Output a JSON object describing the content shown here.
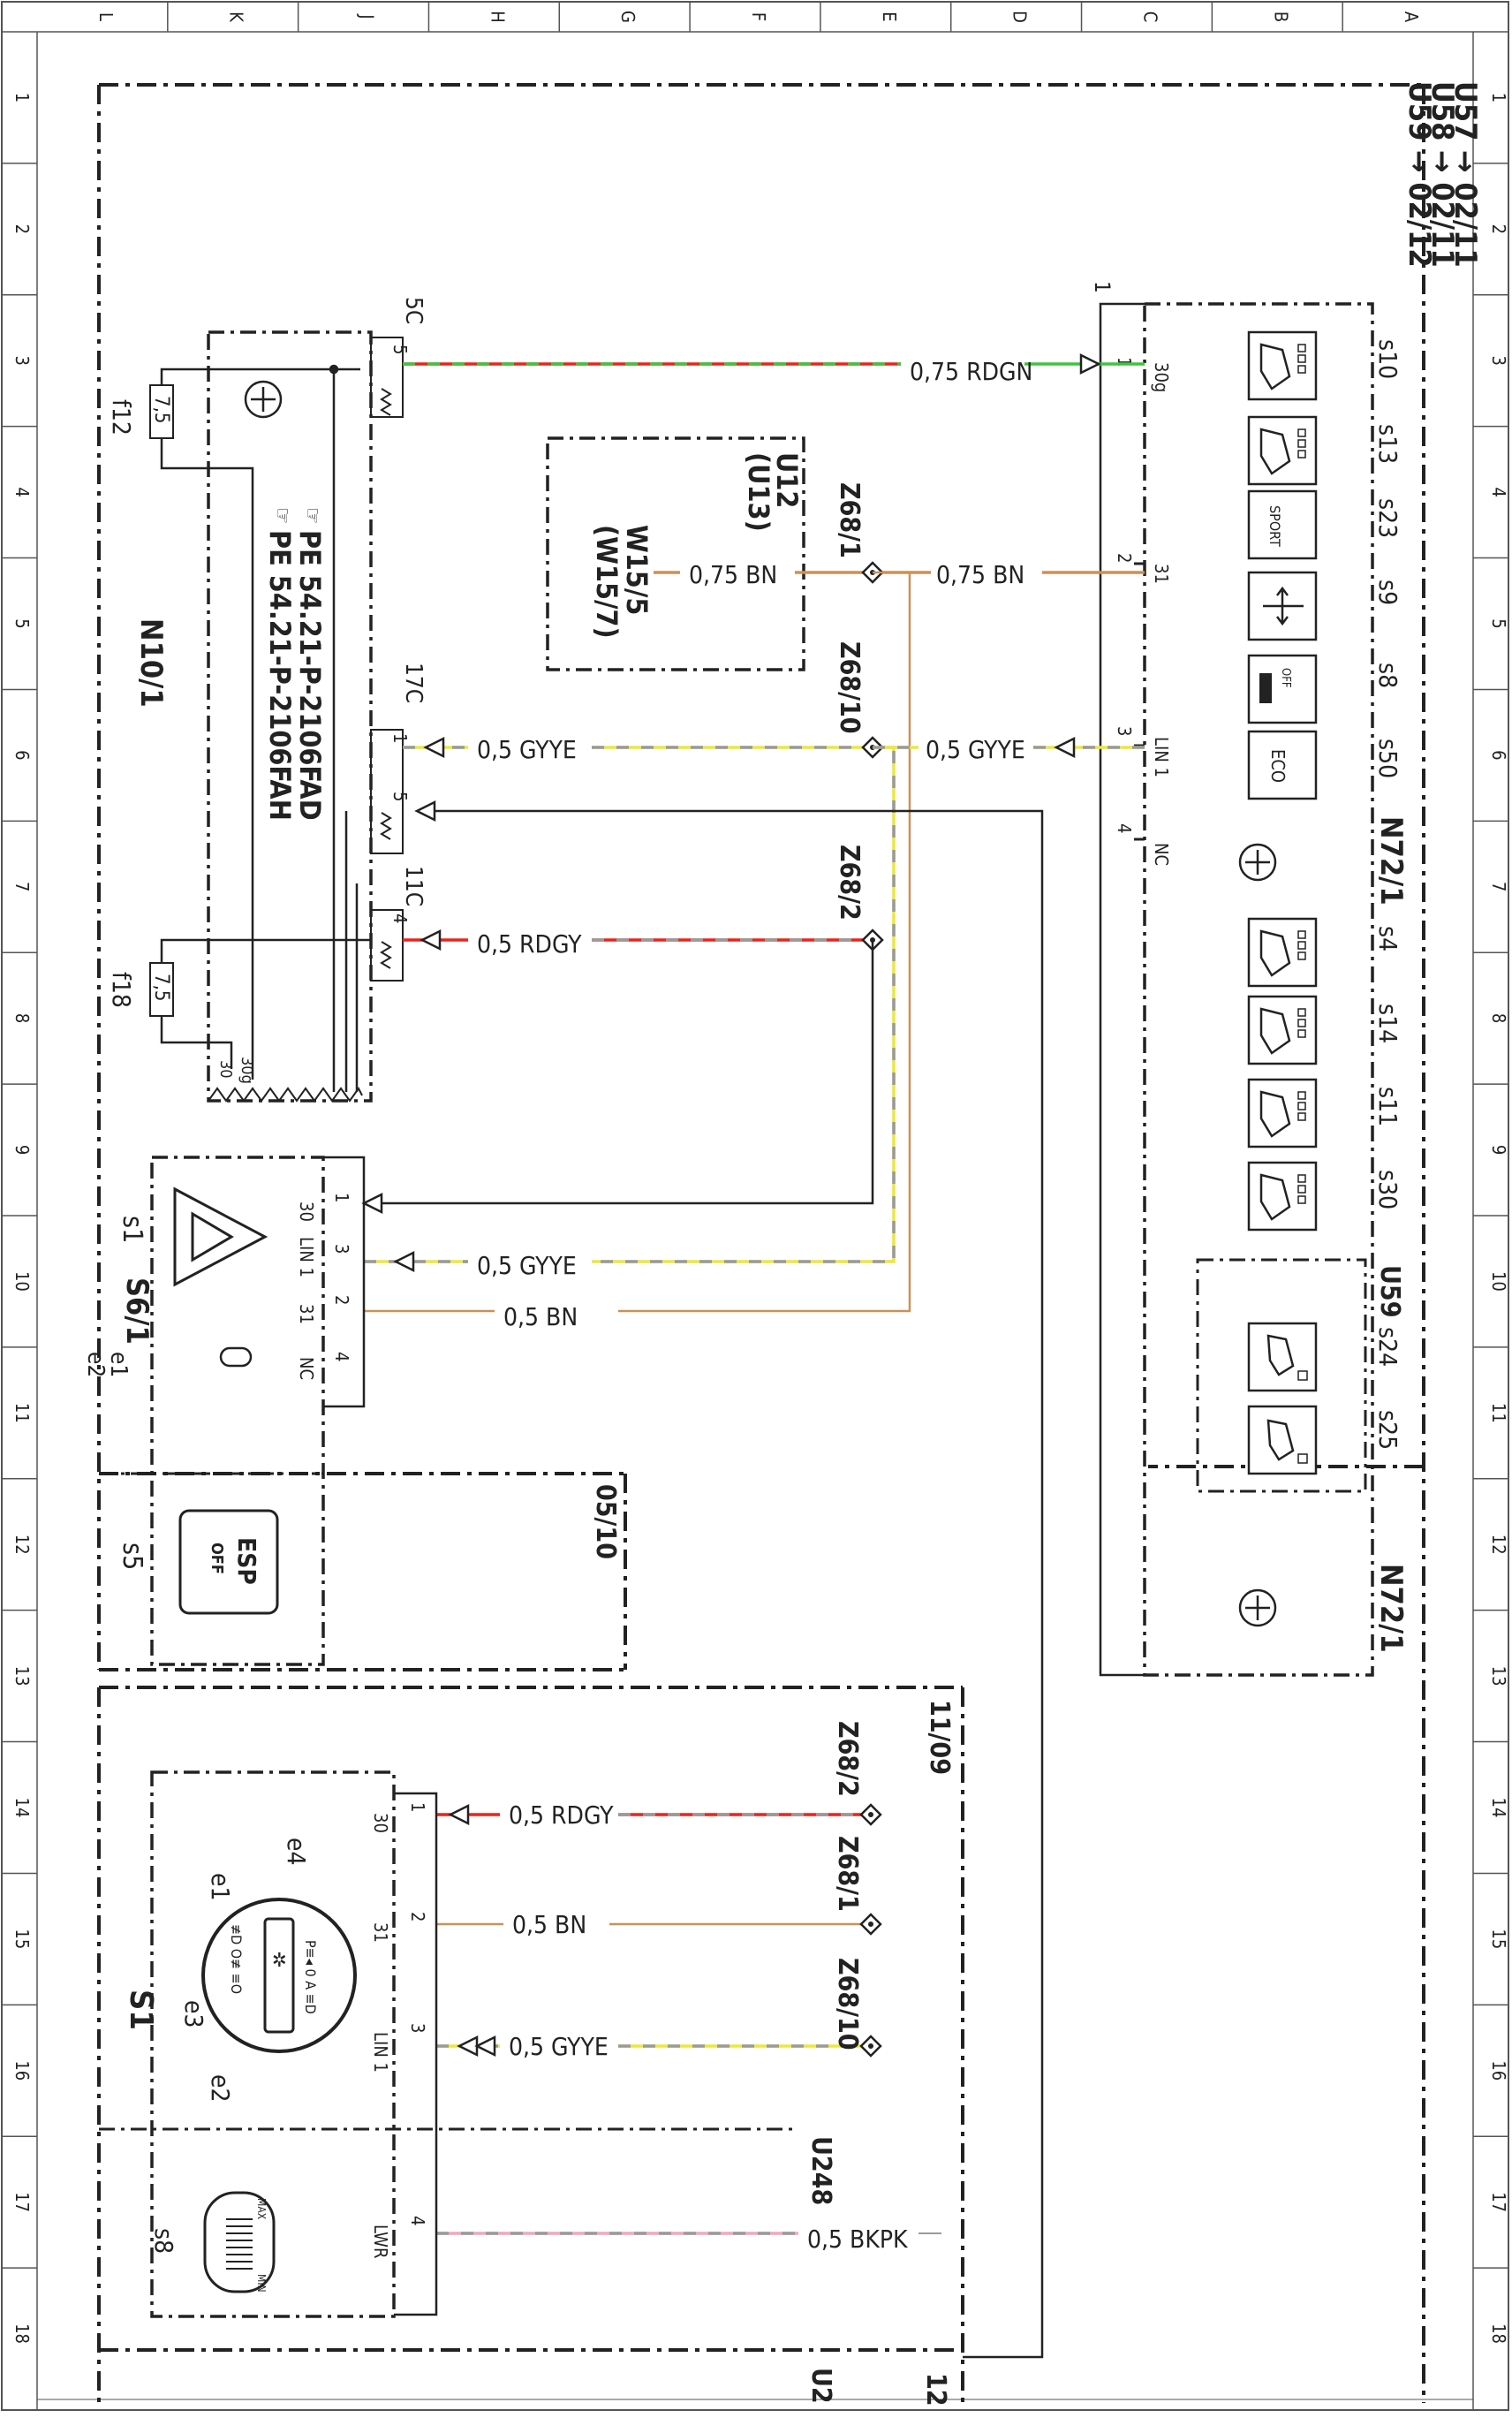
{
  "grid": {
    "cols_top": [
      "L",
      "K",
      "J",
      "H",
      "G",
      "F",
      "E",
      "D",
      "C",
      "B",
      "A"
    ],
    "rows_side": [
      "1",
      "2",
      "3",
      "4",
      "5",
      "6",
      "7",
      "8",
      "9",
      "10",
      "11",
      "12",
      "13",
      "14",
      "15",
      "16",
      "17",
      "18"
    ]
  },
  "versions": [
    "U57 → 02/11",
    "U58 → 02/11",
    "U59 → 02/12"
  ],
  "n10": {
    "name": "N10/1",
    "fuses": [
      {
        "name": "f12",
        "rating": "7,5"
      },
      {
        "name": "f18",
        "rating": "7,5"
      }
    ],
    "notes": [
      "PE 54.21-P-2106FAD",
      "PE 54.21-P-2106FAH"
    ],
    "connectors": [
      "5C",
      "17C",
      "11C"
    ],
    "pins": [
      "5",
      "1",
      "5",
      "4"
    ],
    "terminals": [
      "30",
      "30g"
    ]
  },
  "n72": {
    "name": "N72/1",
    "name2": "N72/1",
    "connector": "1",
    "pins": [
      {
        "num": "1",
        "name": "30g"
      },
      {
        "num": "2",
        "name": "31"
      },
      {
        "num": "3",
        "name": "LIN 1"
      },
      {
        "num": "4",
        "name": "NC"
      }
    ],
    "switches": [
      "s10",
      "s13",
      "s23",
      "s9",
      "s8",
      "s50",
      "s4",
      "s14",
      "s11",
      "s30"
    ],
    "sport": "SPORT",
    "eco": "ECO",
    "off": "OFF",
    "u59": "U59",
    "u59_switches": [
      "s24",
      "s25"
    ]
  },
  "u12": {
    "title": "U12",
    "title2": "(U13)",
    "ground": "W15/5",
    "ground2": "(W15/7)"
  },
  "splices": [
    "Z68/1",
    "Z68/10",
    "Z68/2"
  ],
  "wires": {
    "rdgn": "0,75 RDGN",
    "bn_075a": "0,75 BN",
    "bn_075b": "0,75 BN",
    "gyye_a": "0,5 GYYE",
    "gyye_b": "0,5 GYYE",
    "rdgy": "0,5 RDGY",
    "gyye_c": "0,5 GYYE",
    "bn_05": "0,5 BN",
    "rdgy_s1": "0,5 RDGY",
    "bn_s1": "0,5 BN",
    "gyye_s1": "0,5 GYYE",
    "bkpk": "0,5 BKPK"
  },
  "s6": {
    "name": "S6/1",
    "s1": "s1",
    "e1": "e1",
    "e2": "e2",
    "s5": "s5",
    "esp": "ESP",
    "esp_off": "OFF",
    "pins": [
      {
        "num": "1",
        "name": "30"
      },
      {
        "num": "3",
        "name": "LIN 1"
      },
      {
        "num": "2",
        "name": "31"
      },
      {
        "num": "4",
        "name": "NC"
      }
    ],
    "ref": "05/10"
  },
  "s1": {
    "name": "S1",
    "e1": "e1",
    "e2": "e2",
    "e3": "e3",
    "e4": "e4",
    "s8": "s8",
    "max": "MAX",
    "min": "MIN",
    "ref": "11/09",
    "pins": [
      {
        "num": "1",
        "name": "30"
      },
      {
        "num": "2",
        "name": "31"
      },
      {
        "num": "3",
        "name": "LIN 1"
      },
      {
        "num": "4",
        "name": "LWR"
      }
    ],
    "splices": [
      "Z68/2",
      "Z68/1",
      "Z68/10"
    ]
  },
  "u248": "U248",
  "u2": "U2",
  "bottom_ref": "12",
  "colors": {
    "red": "#e8241c",
    "green": "#3ec43e",
    "brown": "#c8925a",
    "yellow": "#ece83a",
    "grey": "#9a9a9a",
    "pink": "#f2a6c0",
    "black": "#222222"
  }
}
